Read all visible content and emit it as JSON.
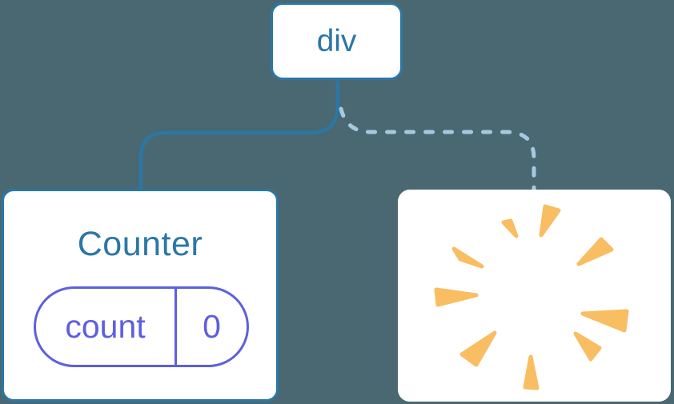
{
  "colors": {
    "bg": "#4A6872",
    "blue": "#2B77A6",
    "lightblue": "#A6C9E0",
    "purple": "#5E5FDE",
    "amber": "#F9BD62",
    "card": "#FFFFFF"
  },
  "diagram": {
    "root": {
      "label": "div"
    },
    "counter": {
      "title": "Counter",
      "state": {
        "key": "count",
        "value": "0"
      }
    },
    "removed": {
      "icon": "poof-burst-icon"
    },
    "edges": [
      {
        "from": "div",
        "to": "counter",
        "style": "solid"
      },
      {
        "from": "div",
        "to": "removed",
        "style": "dashed"
      }
    ]
  }
}
